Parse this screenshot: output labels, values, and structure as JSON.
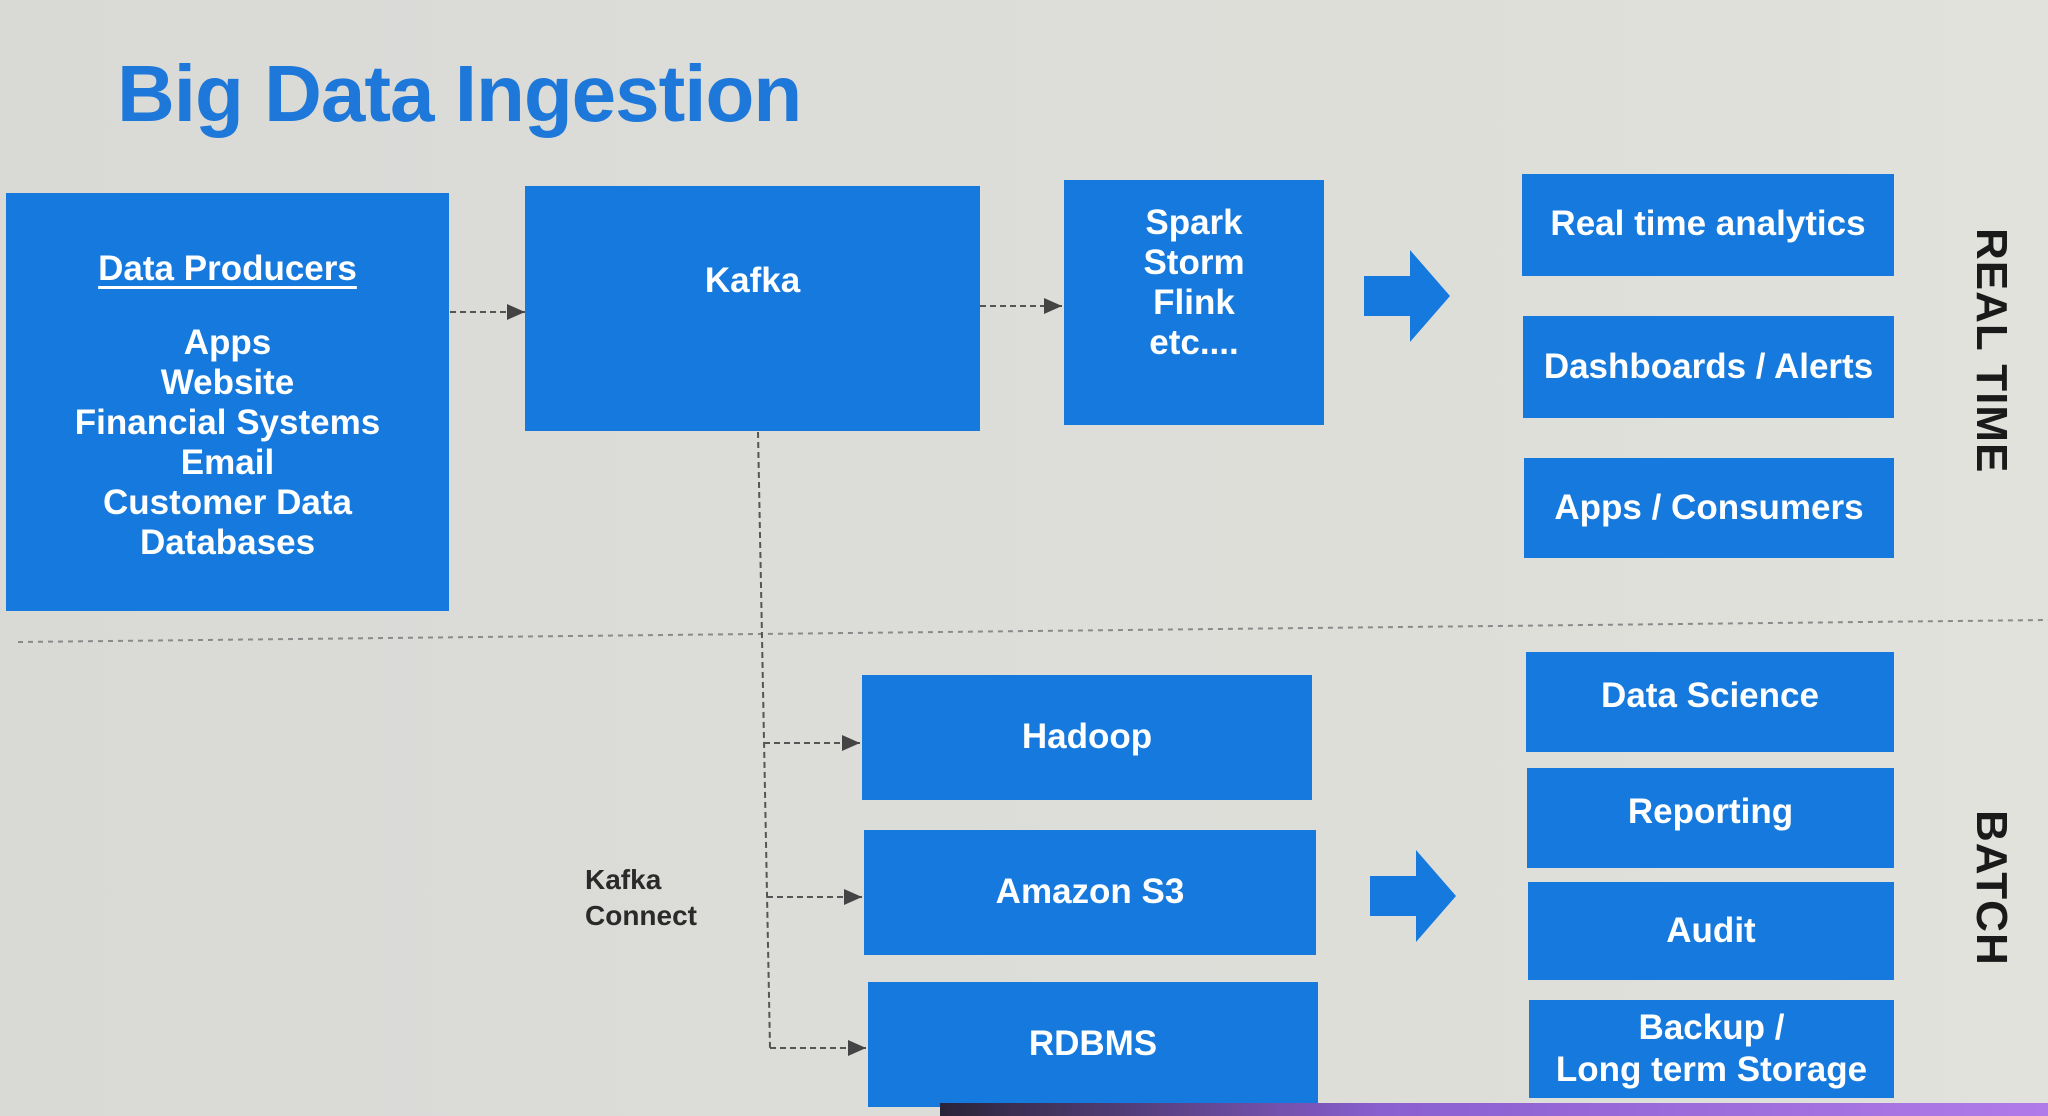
{
  "title": "Big Data Ingestion",
  "producers": {
    "heading": "Data Producers",
    "items": [
      "Apps",
      "Website",
      "Financial Systems",
      "Email",
      "Customer Data",
      "Databases"
    ]
  },
  "kafka": "Kafka",
  "stream_processors": [
    "Spark",
    "Storm",
    "Flink",
    "etc...."
  ],
  "realtime_outputs": [
    "Real time analytics",
    "Dashboards / Alerts",
    "Apps / Consumers"
  ],
  "kafka_connect": [
    "Kafka",
    "Connect"
  ],
  "batch_stores": [
    "Hadoop",
    "Amazon S3",
    "RDBMS"
  ],
  "batch_outputs": [
    "Data Science",
    "Reporting",
    "Audit",
    "Backup /",
    "Long term Storage"
  ],
  "sections": {
    "realtime": "REAL TIME",
    "batch": "BATCH"
  },
  "colors": {
    "box": "#1679dd",
    "title": "#1d78d9",
    "text": "#ffffff"
  }
}
